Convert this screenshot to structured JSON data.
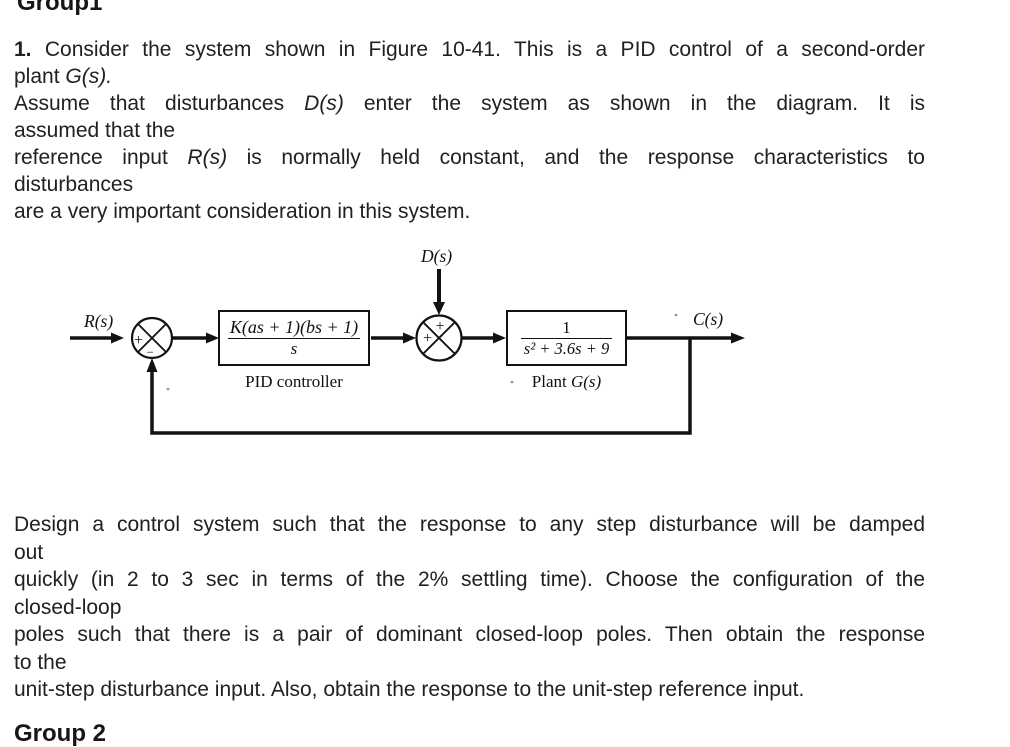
{
  "header": {
    "cropped_title": "Group1"
  },
  "problem": {
    "lines": [
      {
        "seg": [
          {
            "t": "1."
          },
          {
            "t": " Consider the system shown in Figure 10-41. This is a PID control of a second-order"
          }
        ]
      },
      {
        "seg": [
          {
            "t": "plant "
          },
          {
            "t": "G(s)."
          }
        ]
      },
      {
        "seg": [
          {
            "t": "Assume that disturbances "
          },
          {
            "t": "D(s)"
          },
          {
            "t": " enter the system as shown in the diagram. It is"
          }
        ]
      },
      {
        "seg": [
          {
            "t": "assumed that the"
          }
        ]
      },
      {
        "seg": [
          {
            "t": "reference input "
          },
          {
            "t": "R(s)"
          },
          {
            "t": " is normally held constant, and the response characteristics to"
          }
        ]
      },
      {
        "seg": [
          {
            "t": "disturbances"
          }
        ]
      },
      {
        "seg": [
          {
            "t": "are a very important consideration in this system."
          }
        ]
      }
    ]
  },
  "diagram": {
    "figure": "Figure 10-41",
    "r_label": "R(s)",
    "d_label": "D(s)",
    "c_label": "C(s)",
    "junction1": {
      "sign_left": "+",
      "sign_bottom": "−"
    },
    "junction2": {
      "sign_top": "+",
      "sign_left": "+"
    },
    "pid": {
      "numerator": "K(as + 1)(bs + 1)",
      "denominator": "s",
      "caption": "PID controller"
    },
    "plant": {
      "numerator": "1",
      "denominator": "s² + 3.6s + 9",
      "caption_prefix": "Plant ",
      "caption_var": "G(s)"
    },
    "line_color": "#121212"
  },
  "design": {
    "lines": [
      "Design a control system such that the response to any step disturbance will be damped",
      "out",
      "quickly (in 2 to 3 sec in terms of the 2% settling time). Choose the configuration of the",
      "closed-loop",
      "poles such that there is a pair of dominant closed-loop poles. Then obtain the response",
      "to the",
      "unit-step disturbance input. Also, obtain the response to the unit-step reference input."
    ]
  },
  "footer": {
    "group2": "Group 2"
  }
}
